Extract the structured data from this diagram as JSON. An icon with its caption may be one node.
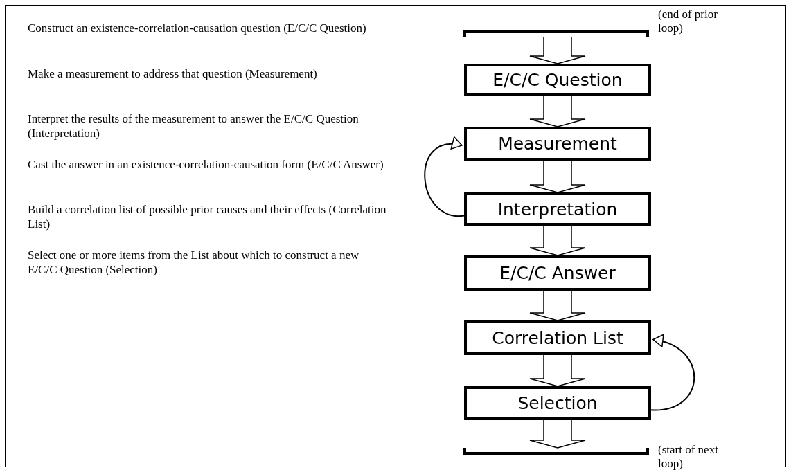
{
  "diagram": {
    "nodes": [
      {
        "text": [],
        "shape": "bar",
        "beside": [
          "(end of prior loop)"
        ]
      },
      {
        "text": [
          "E/C/C Question"
        ]
      },
      {
        "text": [
          "Measurement"
        ]
      },
      {
        "text": [
          "Interpretation"
        ]
      },
      {
        "text": [
          "E/C/C Answer"
        ]
      },
      {
        "text": [
          "Correlation List"
        ]
      },
      {
        "text": [
          "Selection"
        ]
      },
      {
        "text": [],
        "shape": "bar",
        "beside": [
          "(start of next loop)"
        ]
      }
    ],
    "edges": [
      {
        "from": 0,
        "to": 1,
        "arrow": "to"
      },
      {
        "from": 1,
        "to": 2,
        "arrow": "to"
      },
      {
        "from": 2,
        "to": 3,
        "arrow": "to"
      },
      {
        "from": 3,
        "to": 2,
        "arrow": "to"
      },
      {
        "from": 3,
        "to": 4,
        "arrow": "to"
      },
      {
        "from": 4,
        "to": 5,
        "arrow": "to"
      },
      {
        "from": 5,
        "to": 6,
        "arrow": "to"
      },
      {
        "from": 6,
        "to": 5,
        "arrow": "to"
      },
      {
        "from": 6,
        "to": 7,
        "arrow": "to"
      }
    ],
    "labels": [
      "Construct an existence-correlation-causation question (E/C/C Question)",
      "Make a measurement to address that question (Measurement)",
      "Interpret the results of the measurement to answer the E/C/C Question (Interpretation)",
      "Cast the answer in an existence-correlation-causation form (E/C/C Answer)",
      "Build a correlation list of possible prior causes and their effects (Correlation List)",
      "Select one or more items from the List about which to construct a new E/C/C Question (Selection)"
    ]
  }
}
